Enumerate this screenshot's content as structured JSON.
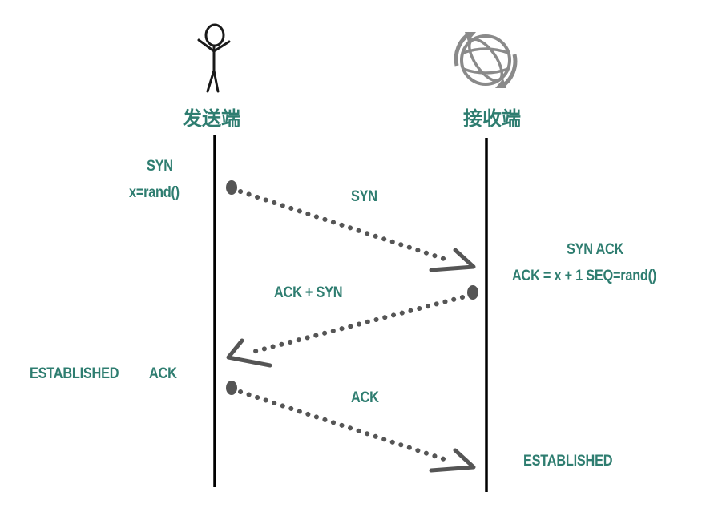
{
  "sender": {
    "label": "发送端",
    "icon": "stick-figure-icon"
  },
  "receiver": {
    "label": "接收端",
    "icon": "globe-sync-icon"
  },
  "colors": {
    "text": "#2e7d70",
    "line": "#000000",
    "arrow": "#555555",
    "icon": "#8a8a8a"
  },
  "messages": [
    {
      "id": "msg1",
      "label": "SYN",
      "direction": "sender-to-receiver"
    },
    {
      "id": "msg2",
      "label": "ACK + SYN",
      "direction": "receiver-to-sender"
    },
    {
      "id": "msg3",
      "label": "ACK",
      "direction": "sender-to-receiver"
    }
  ],
  "notes": {
    "sender_syn": "SYN",
    "sender_x": "x=rand()",
    "receiver_synack": "SYN ACK",
    "receiver_ack_seq": "ACK = x + 1 SEQ=rand()",
    "sender_established": "ESTABLISHED",
    "sender_ack": "ACK",
    "receiver_established": "ESTABLISHED"
  }
}
